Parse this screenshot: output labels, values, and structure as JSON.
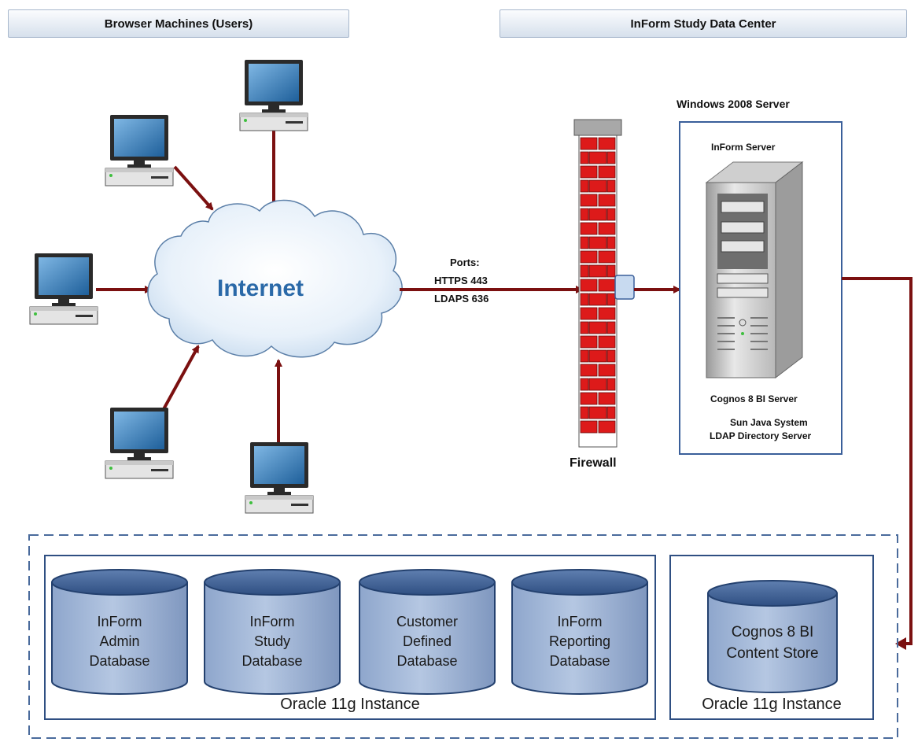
{
  "headers": {
    "browser": "Browser Machines (Users)",
    "datacenter": "InForm Study Data Center"
  },
  "internet_label": "Internet",
  "ports": {
    "title": "Ports:",
    "https": "HTTPS 443",
    "ldaps": "LDAPS 636"
  },
  "firewall_label": "Firewall",
  "server": {
    "os_label": "Windows 2008 Server",
    "inform_label": "InForm Server",
    "cognos_label": "Cognos 8 BI Server",
    "ldap_line1": "Sun Java System",
    "ldap_line2": "LDAP Directory Server"
  },
  "databases": [
    {
      "line1": "InForm",
      "line2": "Admin",
      "line3": "Database"
    },
    {
      "line1": "InForm",
      "line2": "Study",
      "line3": "Database"
    },
    {
      "line1": "Customer",
      "line2": "Defined",
      "line3": "Database"
    },
    {
      "line1": "InForm",
      "line2": "Reporting",
      "line3": "Database"
    }
  ],
  "content_store": {
    "line1": "Cognos 8 BI",
    "line2": "Content Store"
  },
  "instance_left": "Oracle 11g Instance",
  "instance_right": "Oracle 11g Instance",
  "colors": {
    "arrow": "#7b1010",
    "brick": "#dd1a1a",
    "box_border": "#3a5f9a",
    "db_fill": "#9fb4d4",
    "internet_text": "#2a69a8"
  }
}
